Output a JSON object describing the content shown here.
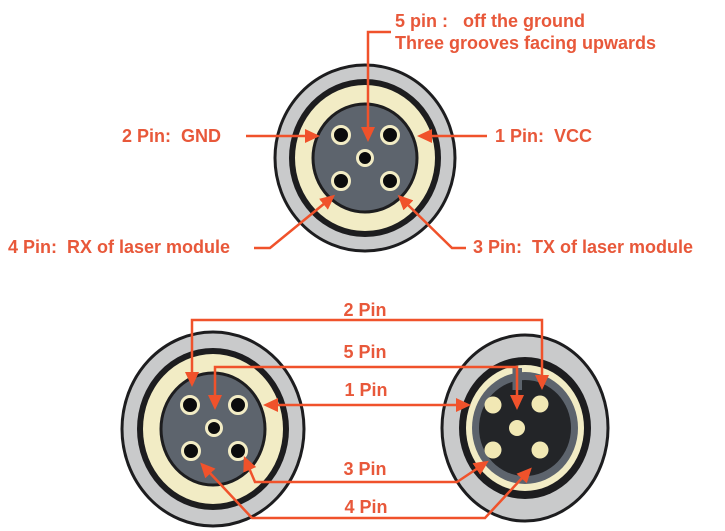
{
  "colors": {
    "accent_line": "#f0522b",
    "accent_text": "#e8583a",
    "connector_outer_gray": "#c9cacb",
    "outline_dark": "#1d1d1f",
    "ring_cream": "#f2ecc5",
    "socket_slate": "#5d646d",
    "pin_hole_black": "#0b0b0c",
    "plug_dark": "#232528",
    "plug_pin_cream": "#f1e8b4"
  },
  "front_view": {
    "pin5_note_line1": "5 pin :   off the ground",
    "pin5_note_line2": "Three grooves facing upwards",
    "pin2_label": "2 Pin:  GND",
    "pin1_label": "1 Pin:  VCC",
    "pin4_label": "4 Pin:  RX of laser module",
    "pin3_label": "3 Pin:  TX of laser module"
  },
  "mapping_view": {
    "pin_labels": [
      "2 Pin",
      "5 Pin",
      "1 Pin",
      "3 Pin",
      "4 Pin"
    ]
  }
}
